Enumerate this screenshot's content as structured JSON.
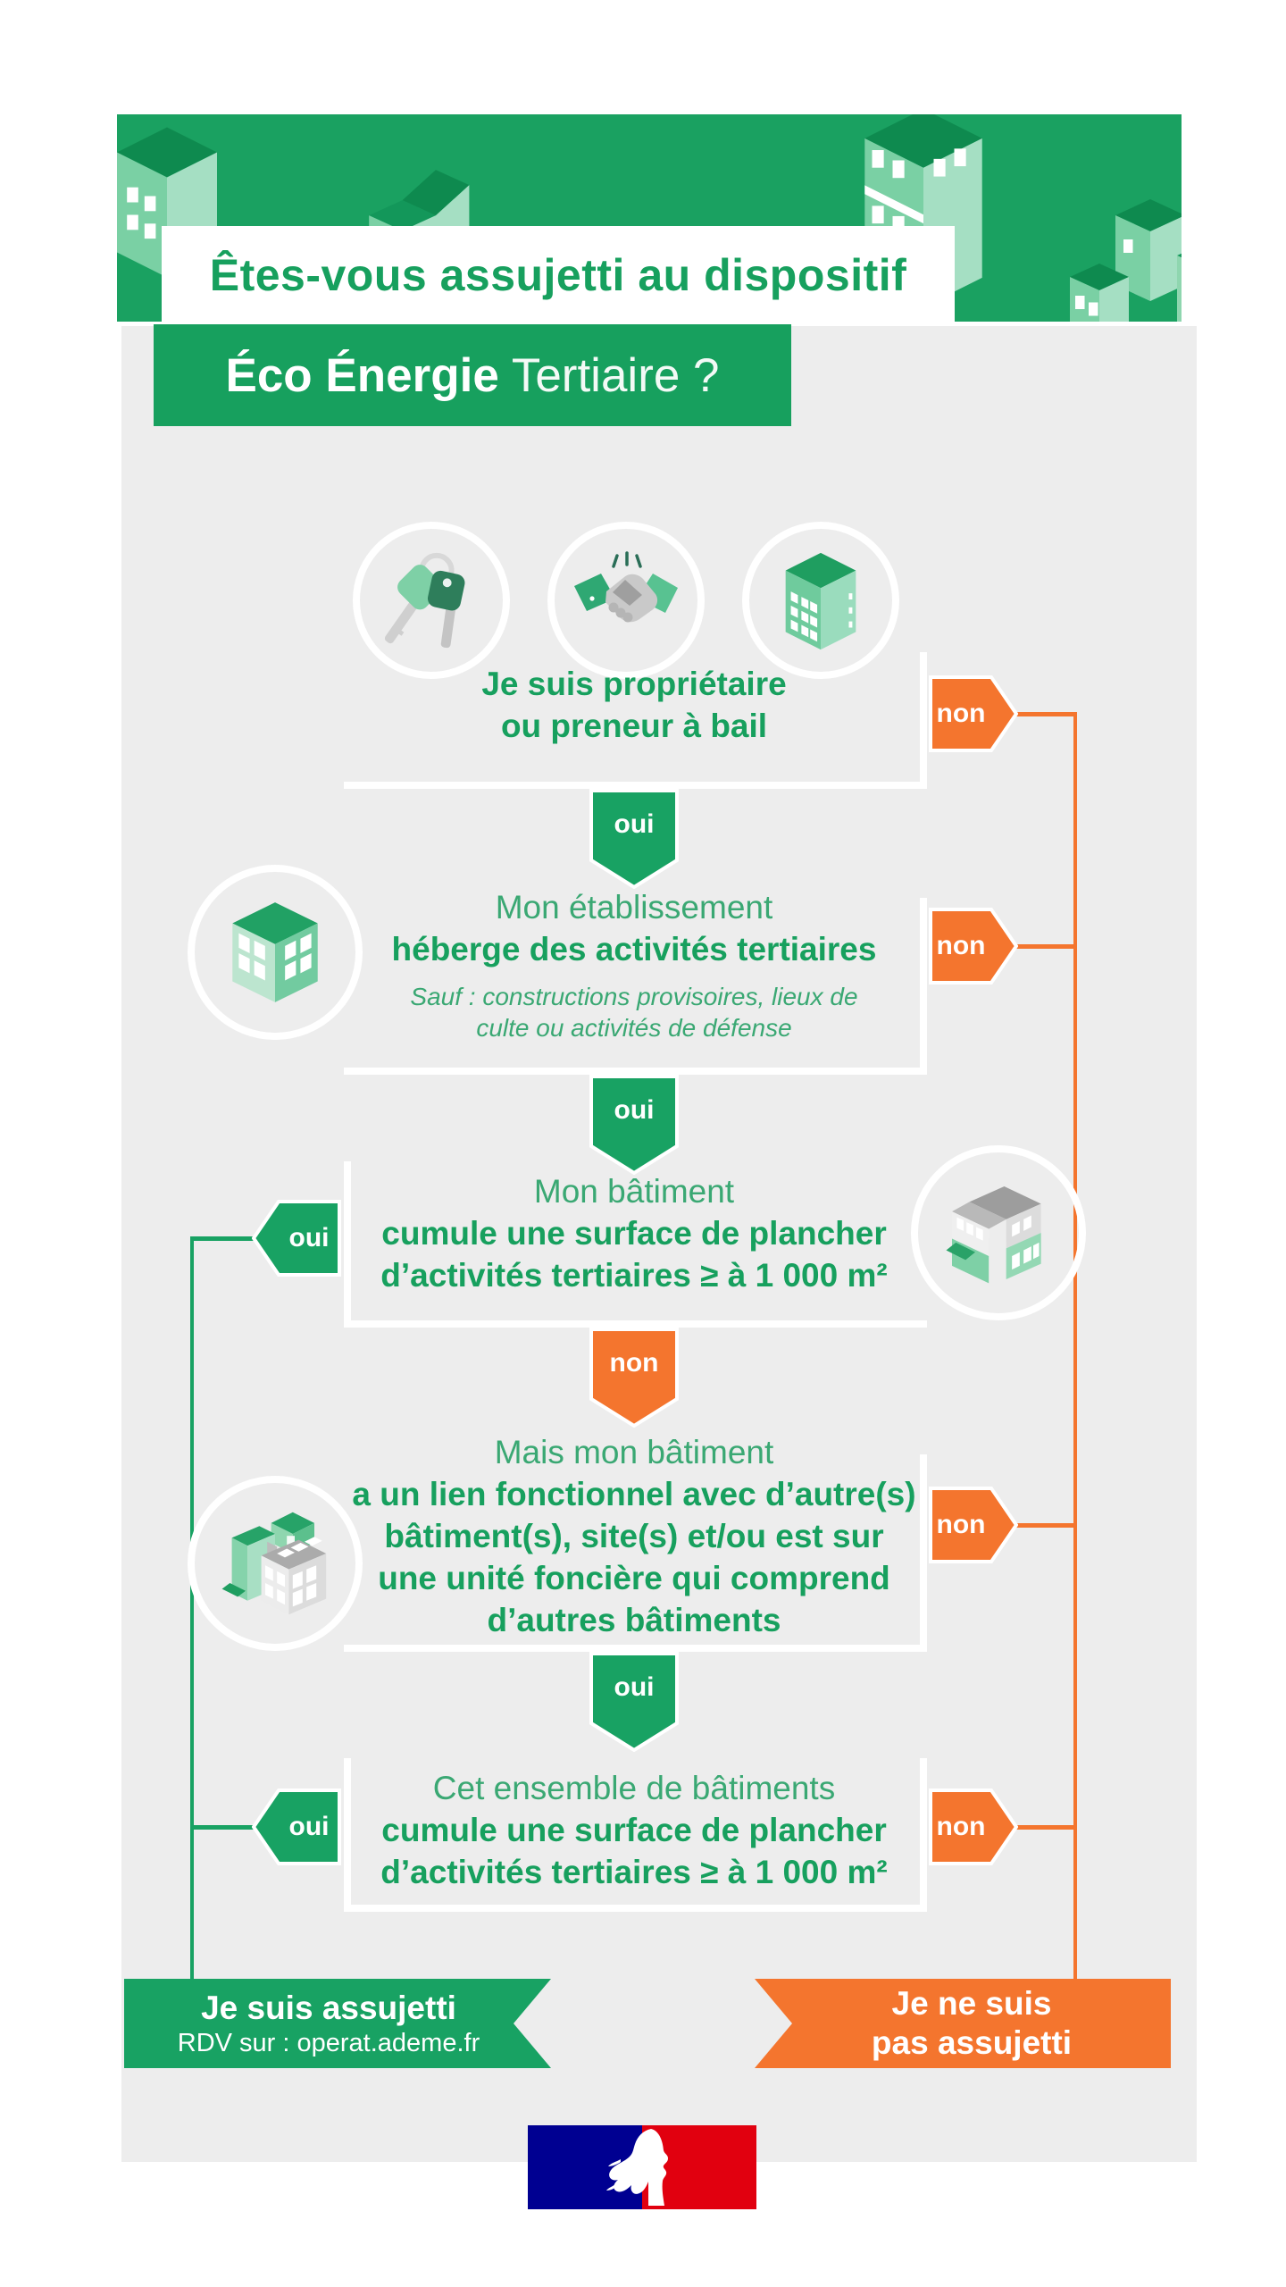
{
  "header": {
    "question": "Êtes-vous assujetti au dispositif",
    "brand_strong": "Éco Énergie",
    "brand_light": "Tertiaire ?"
  },
  "labels": {
    "yes": "oui",
    "no": "non"
  },
  "steps": {
    "q1": {
      "line1": "Je suis propriétaire",
      "line2": "ou preneur à bail"
    },
    "q2": {
      "intro": "Mon établissement",
      "statement": "héberge des activités tertiaires",
      "note1": "Sauf : constructions provisoires, lieux de",
      "note2": "culte ou activités de défense"
    },
    "q3": {
      "intro": "Mon bâtiment",
      "statement1": "cumule une surface de plancher",
      "statement2": "d’activités tertiaires ≥ à 1 000 m²"
    },
    "q4": {
      "intro": "Mais mon bâtiment",
      "statement1": "a un lien fonctionnel avec d’autre(s)",
      "statement2": "bâtiment(s), site(s) et/ou est sur",
      "statement3": "une unité foncière qui comprend",
      "statement4": "d’autres bâtiments"
    },
    "q5": {
      "intro": "Cet ensemble de bâtiments",
      "statement1": "cumule une surface de plancher",
      "statement2": "d’activités tertiaires ≥ à 1 000 m²"
    }
  },
  "outcomes": {
    "assujetti": {
      "title": "Je suis assujetti",
      "subtitle": "RDV sur : operat.ademe.fr"
    },
    "non_assujetti": {
      "line1": "Je ne suis",
      "line2": "pas assujetti"
    }
  },
  "icons": {
    "step1": [
      "keys-icon",
      "handshake-icon",
      "tower-building-icon"
    ],
    "step2": "cube-building-icon",
    "step3": "corner-building-icon",
    "step4": "factory-buildings-icon",
    "footer": "french-republic-marianne-logo"
  },
  "colors": {
    "green": "#18a263",
    "green_dark": "#0e8a4f",
    "orange": "#f4752e",
    "text_green": "#3aa873",
    "text_green_bold": "#17a05e",
    "background_gray": "#ededed",
    "flag_blue": "#000091",
    "flag_red": "#e1000f"
  }
}
